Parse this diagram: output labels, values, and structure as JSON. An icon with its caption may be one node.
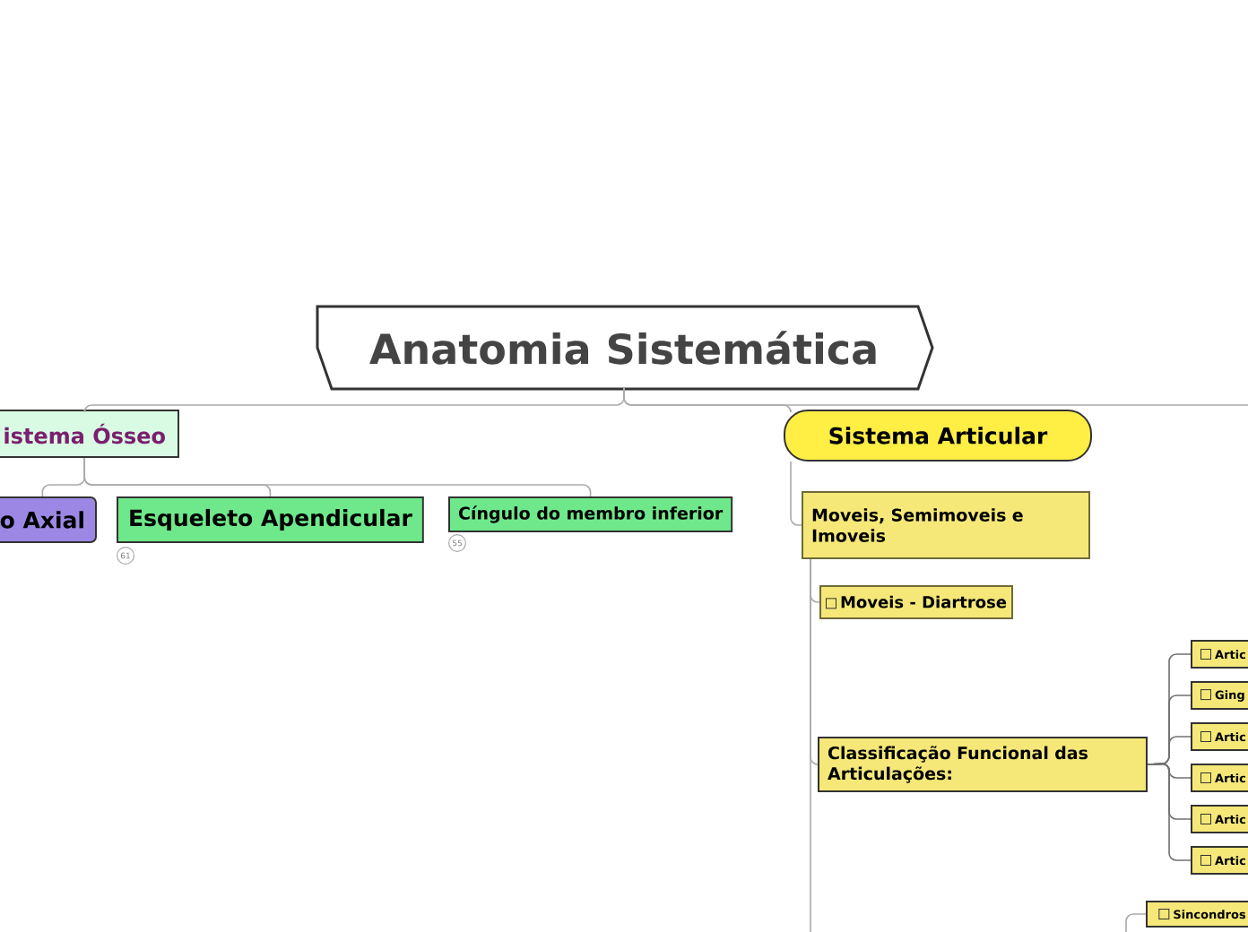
{
  "diagram": {
    "nodes": [
      {
        "text": [
          "Anatomia Sistemática"
        ]
      },
      {
        "text": [
          "istema Ósseo"
        ]
      },
      {
        "text": [
          "o Axial"
        ]
      },
      {
        "text": [
          "Esqueleto Apendicular"
        ],
        "beside": [
          "61"
        ]
      },
      {
        "text": [
          "Cíngulo do membro inferior"
        ],
        "beside": [
          "55"
        ]
      },
      {
        "text": [
          "Sistema Articular"
        ]
      },
      {
        "text": [
          "Moveis, Semimoveis e Imoveis"
        ]
      },
      {
        "text": [
          "Moveis - Diartrose"
        ]
      },
      {
        "text": [
          "Classificação Funcional das Articulações:"
        ]
      },
      {
        "text": [
          "Artic"
        ]
      },
      {
        "text": [
          "Ging"
        ]
      },
      {
        "text": [
          "Artic"
        ]
      },
      {
        "text": [
          "Artic"
        ]
      },
      {
        "text": [
          "Artic"
        ]
      },
      {
        "text": [
          "Artic"
        ]
      },
      {
        "text": [
          "Sincondros"
        ]
      }
    ],
    "edges": [
      {
        "from": 0,
        "to": 1,
        "arrow": "none"
      },
      {
        "from": 0,
        "to": 5,
        "arrow": "none"
      },
      {
        "from": 0,
        "to": null,
        "arrow": "none"
      },
      {
        "from": 1,
        "to": 2,
        "arrow": "none"
      },
      {
        "from": 1,
        "to": 3,
        "arrow": "none"
      },
      {
        "from": 1,
        "to": 4,
        "arrow": "none"
      },
      {
        "from": 5,
        "to": 6,
        "arrow": "none"
      },
      {
        "from": 6,
        "to": 7,
        "arrow": "none"
      },
      {
        "from": 6,
        "to": 8,
        "arrow": "none"
      },
      {
        "from": 6,
        "to": null,
        "arrow": "none"
      },
      {
        "from": 8,
        "to": 9,
        "arrow": "none"
      },
      {
        "from": 8,
        "to": 10,
        "arrow": "none"
      },
      {
        "from": 8,
        "to": 11,
        "arrow": "none"
      },
      {
        "from": 8,
        "to": 12,
        "arrow": "none"
      },
      {
        "from": 8,
        "to": 13,
        "arrow": "none"
      },
      {
        "from": 8,
        "to": 14,
        "arrow": "none"
      },
      {
        "from": null,
        "to": 15,
        "arrow": "none"
      }
    ]
  }
}
